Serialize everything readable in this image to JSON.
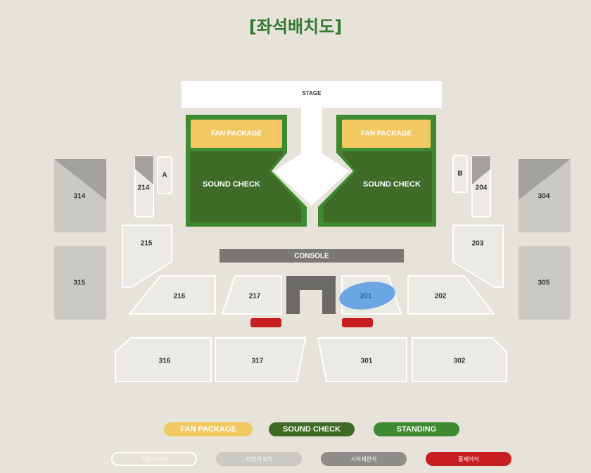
{
  "title": "[좌석배치도]",
  "stage_label": "STAGE",
  "console_label": "CONSOLE",
  "zones": {
    "fan_package_left": "FAN PACKAGE",
    "fan_package_right": "FAN PACKAGE",
    "sound_check_left": "SOUND CHECK",
    "sound_check_right": "SOUND CHECK"
  },
  "sections": {
    "a": "A",
    "b": "B",
    "s214": "214",
    "s204": "204",
    "s314": "314",
    "s304": "304",
    "s215": "215",
    "s203": "203",
    "s315": "315",
    "s305": "305",
    "s216": "216",
    "s217": "217",
    "s201": "201",
    "s202": "202",
    "s316": "316",
    "s317": "317",
    "s301": "301",
    "s302": "302"
  },
  "colors": {
    "background": "#e7e3db",
    "fan_package": "#f2c862",
    "sound_check": "#3e6b26",
    "standing": "#3e8a30",
    "obstructed": "#c81e22",
    "highlight": "#6aa6e3"
  },
  "legend": {
    "fan_package": "FAN PACKAGE",
    "sound_check": "SOUND CHECK",
    "standing": "STANDING",
    "seat_r": "지정석 R석",
    "seat_s": "지정석 S석",
    "limited_view": "시야제한석",
    "obstructed": "활제어석"
  }
}
